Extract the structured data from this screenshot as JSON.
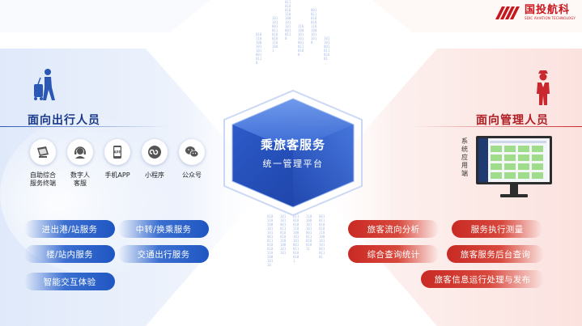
{
  "logo": {
    "name": "国投航科",
    "tagline": "SDIC AVIATION TECHNOLOGY",
    "color": "#c8161d"
  },
  "left": {
    "title": "面向出行人员",
    "icons": [
      {
        "label": "自助综合\n服务终端",
        "icon": "kiosk-icon"
      },
      {
        "label": "数字人\n客服",
        "icon": "headset-icon"
      },
      {
        "label": "手机APP",
        "icon": "app-icon"
      },
      {
        "label": "小程序",
        "icon": "mini-program-icon"
      },
      {
        "label": "公众号",
        "icon": "wechat-icon"
      }
    ],
    "pills": [
      "进出港/站服务",
      "中转/换乘服务",
      "楼/站内服务",
      "交通出行服务",
      "智能交互体验"
    ],
    "accent": "#1f56c2"
  },
  "center": {
    "title": "乘旅客服务",
    "subtitle": "统一管理平台"
  },
  "right": {
    "title": "面向管理人员",
    "system_label": "系统应用端",
    "pills": [
      "旅客流向分析",
      "服务执行测量",
      "综合查询统计",
      "旅客服务后台查询",
      "旅客信息运行处理与发布"
    ],
    "accent": "#c82a24"
  }
}
